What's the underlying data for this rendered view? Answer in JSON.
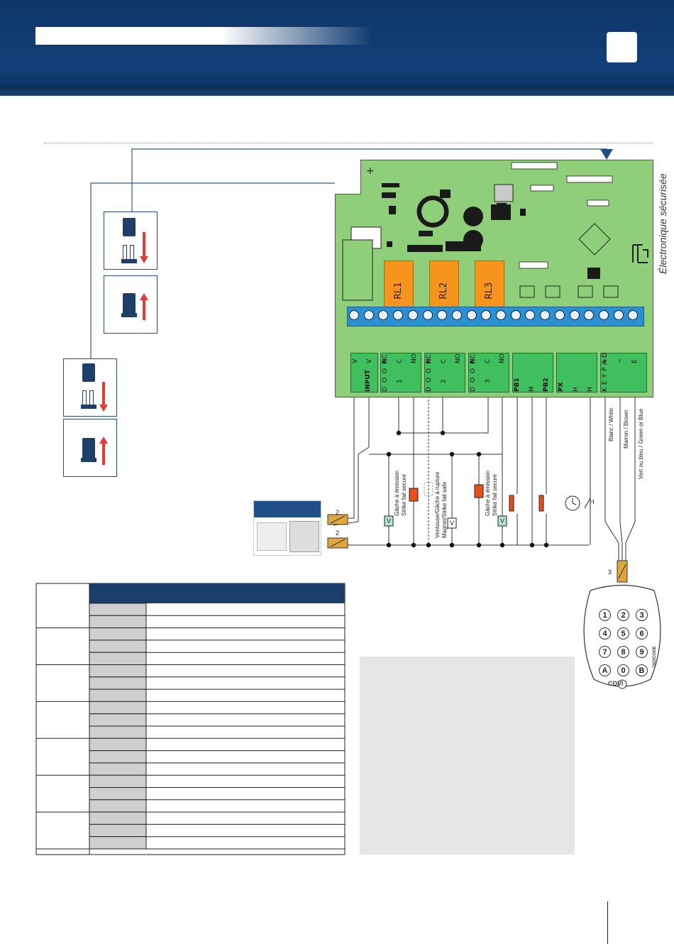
{
  "side_title": "Électronique sécurisée",
  "relays": [
    "RL1",
    "RL2",
    "RL3"
  ],
  "terminals": {
    "input": [
      "V",
      "V",
      "INPUT"
    ],
    "door1": [
      "NC",
      "C",
      "NO",
      "1",
      "DOOR"
    ],
    "door2": [
      "NC",
      "C",
      "NO",
      "2",
      "DOOR"
    ],
    "door3": [
      "NC",
      "C",
      "NO",
      "3",
      "DOOR"
    ],
    "pb": [
      "PB1",
      "M",
      "PB2"
    ],
    "px": [
      "PX",
      "H",
      "H"
    ],
    "keypad": [
      "+",
      "−",
      "E",
      "KEYPAD"
    ]
  },
  "wire_labels": {
    "white": "Blanc / White",
    "brown": "Marron / Brown",
    "green_blue": "Vert ou bleu / Green or Blue"
  },
  "device_labels": {
    "strike_fail_secure_1": "Gâche à émission\nStrike fail secure",
    "magnet_strike": "Ventouse/Gâche à rupture\nMagnet/Strike fail safe",
    "strike_fail_secure_2": "Gâche à émission\nStrike fail secure",
    "v": "V",
    "h": "H"
  },
  "cable_counts": [
    "2",
    "2",
    "3"
  ],
  "keypad": {
    "keys": [
      "1",
      "2",
      "3",
      "4",
      "5",
      "6",
      "7",
      "8",
      "9",
      "A",
      "0",
      "B"
    ],
    "brand": "CDVI",
    "model": "DIGICODE"
  }
}
